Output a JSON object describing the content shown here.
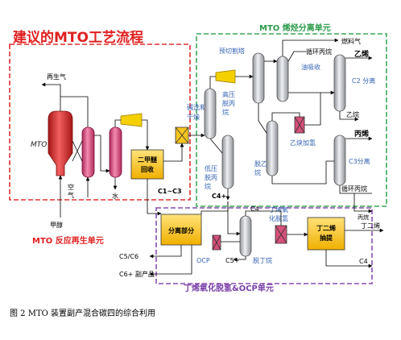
{
  "title": "建议的MTO工艺流程",
  "sections": {
    "reactor": "MTO 反应再生单元",
    "separation": "MTO 烯烃分离单元",
    "c4": "丁烯氧化脱氢&OCP单元"
  },
  "equipment": {
    "mto_reactor": "MTO",
    "dme_recovery": "二甲醚\n回收",
    "separation_part": "分离部分",
    "butadiene_extraction": "丁二烯\n抽提",
    "alkali_wash_dry": "碱洗和\n干燥",
    "high_pressure_depropanizer": "高压\n脱丙\n烷",
    "low_pressure_depropanizer": "低压\n脱丙\n烷",
    "predemethanizer": "预切割塔",
    "absorber": "油吸收",
    "deethanizer": "脱乙\n烷",
    "acetylene_hydrogenation": "乙炔加氢",
    "c2_splitter": "C2 分离",
    "c3_splitter": "C3分离",
    "debutanizer": "脱丁烷",
    "butene_oxidative_dehydrogenation": "丁烯氧\n化脱氢",
    "ocp": "OCP"
  },
  "streams": {
    "regen_gas": "再生气",
    "air": "空\n气",
    "water": "水",
    "methanol": "甲醇",
    "c1_c3": "C1~C3",
    "c4_plus": "C4+",
    "fuel_gas": "燃料气",
    "recycle_propane_top": "循环丙烷",
    "ethylene": "乙烯",
    "ethane": "乙烷",
    "propylene": "丙烯",
    "recycle_propane": "循环丙烷",
    "propane": "丙烷",
    "c4": "C4",
    "c5_plus": "C5+",
    "butadiene": "丁二烯",
    "c4_out": "C4",
    "c5_c6": "C5/C6",
    "c6_byproduct": "C6+ 副产品"
  },
  "caption": "图 2 MTO 装置副产混合碳四的综合利用",
  "colors": {
    "red_dash": "#e03030",
    "green_dash": "#3aa857",
    "purple_dash": "#8a4fb0",
    "column_gray": "#b9bcc2",
    "reactor_red": "#d92b2b",
    "box_yellow": "#f7c51e",
    "hx_pink": "#d6507a",
    "title_red": "#e02020",
    "label_blue": "#3563b5",
    "section_purple": "#7a3fa8",
    "arrow": "#000000"
  }
}
